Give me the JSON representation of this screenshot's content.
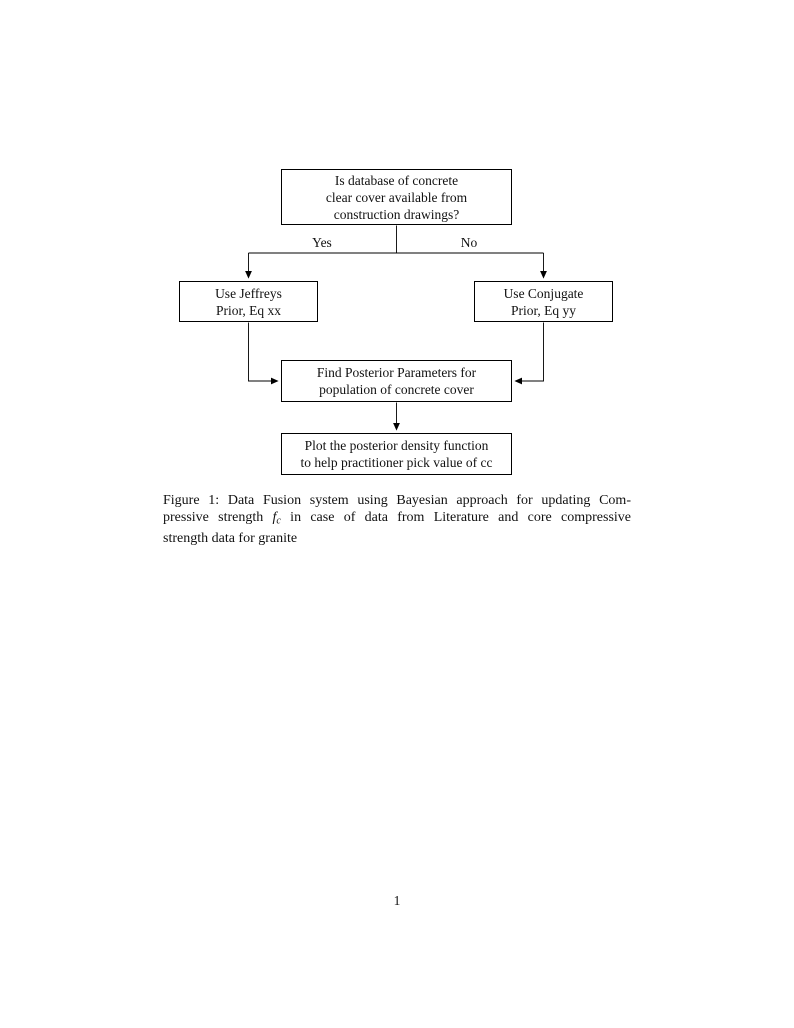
{
  "document": {
    "figure": {
      "nodes": {
        "question": {
          "line1": "Is database of concrete",
          "line2": "clear cover available from",
          "line3": "construction drawings?"
        },
        "jeffreys": {
          "line1": "Use Jeffreys",
          "line2": "Prior, Eq xx"
        },
        "conjugate": {
          "line1": "Use Conjugate",
          "line2": "Prior, Eq yy"
        },
        "posterior": {
          "line1": "Find Posterior Parameters for",
          "line2": "population of concrete cover"
        },
        "plot": {
          "line1": "Plot the posterior density function",
          "line2": "to help practitioner pick value of cc"
        }
      },
      "edge_labels": {
        "yes": "Yes",
        "no": "No"
      }
    },
    "caption": {
      "line1": "Figure 1: Data Fusion system using Bayesian approach for updating Com-",
      "line2_pre": "pressive strength ",
      "line2_math_var": "f",
      "line2_math_sub": "c",
      "line2_post": " in case of data from Literature and core compressive",
      "line3": "strength data for granite"
    },
    "page_number": "1",
    "colors": {
      "ink": "#111111",
      "line": "#000000",
      "background": "#ffffff"
    }
  }
}
